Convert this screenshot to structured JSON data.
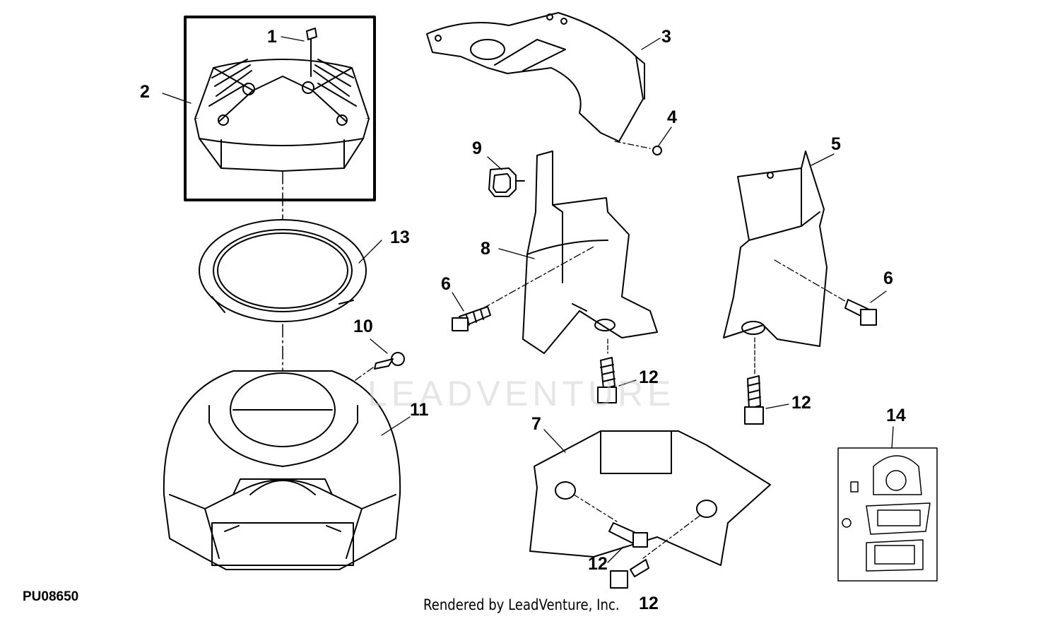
{
  "diagram": {
    "figure_id": "PU08650",
    "credit": "Rendered by LeadVenture, Inc.",
    "watermark": "LEADVENTURE",
    "callouts": [
      {
        "id": "c1",
        "label": "1"
      },
      {
        "id": "c2",
        "label": "2"
      },
      {
        "id": "c3",
        "label": "3"
      },
      {
        "id": "c4",
        "label": "4"
      },
      {
        "id": "c5",
        "label": "5"
      },
      {
        "id": "c6a",
        "label": "6"
      },
      {
        "id": "c6b",
        "label": "6"
      },
      {
        "id": "c7",
        "label": "7"
      },
      {
        "id": "c8",
        "label": "8"
      },
      {
        "id": "c9",
        "label": "9"
      },
      {
        "id": "c10",
        "label": "10"
      },
      {
        "id": "c11",
        "label": "11"
      },
      {
        "id": "c12a",
        "label": "12"
      },
      {
        "id": "c12b",
        "label": "12"
      },
      {
        "id": "c12c",
        "label": "12"
      },
      {
        "id": "c12d",
        "label": "12"
      },
      {
        "id": "c13",
        "label": "13"
      },
      {
        "id": "c14",
        "label": "14"
      }
    ]
  }
}
